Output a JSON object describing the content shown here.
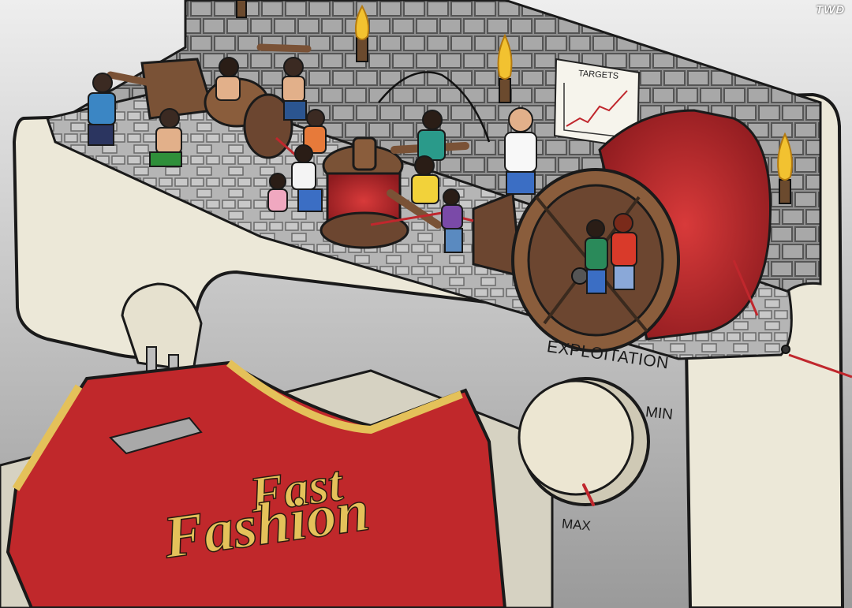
{
  "artwork": {
    "logo": "TWD",
    "machine_label": "EXPLOITATION",
    "dial": {
      "min_label": "MIN",
      "max_label": "MAX",
      "setting": "max"
    },
    "chart_sign_title": "TARGETS",
    "shirt_text": {
      "line1": "Fast",
      "line2": "Fashion"
    }
  },
  "colors": {
    "background": "#d9d9d9",
    "machine_body": "#ece8d8",
    "thread_red": "#c0272d",
    "shirt_red": "#c0282b",
    "shirt_trim": "#e4c15a",
    "wood": "#7a5236",
    "stone_wall": "#9a9a9a",
    "flame": "#f2c230"
  }
}
